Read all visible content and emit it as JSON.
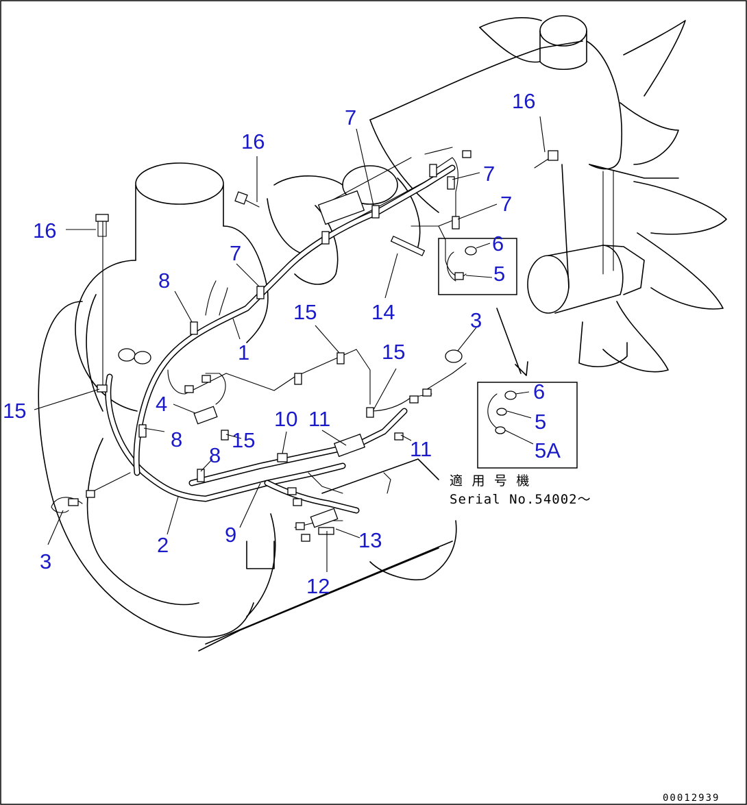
{
  "callouts": {
    "c16_left": "16",
    "c16_mid": "16",
    "c16_right": "16",
    "c7_a": "7",
    "c7_b": "7",
    "c7_c": "7",
    "c7_d": "7",
    "c8_top": "8",
    "c8_mid": "8",
    "c8_low": "8",
    "c1": "1",
    "c2": "2",
    "c3_left": "3",
    "c3_right": "3",
    "c4": "4",
    "c5_top": "5",
    "c6_top": "6",
    "c9": "9",
    "c10": "10",
    "c11_a": "11",
    "c11_b": "11",
    "c12": "12",
    "c13": "13",
    "c14": "14",
    "c15_left": "15",
    "c15_top": "15",
    "c15_mid": "15",
    "c15_right": "15",
    "detail_6": "6",
    "detail_5": "5",
    "detail_5A": "5A"
  },
  "serial_note": {
    "line1": "適 用 号 機",
    "line2": "Serial No.54002～"
  },
  "drawing_number": "00012939",
  "colors": {
    "callout": "#1a1ac8",
    "line": "#000000",
    "background": "#ffffff"
  }
}
